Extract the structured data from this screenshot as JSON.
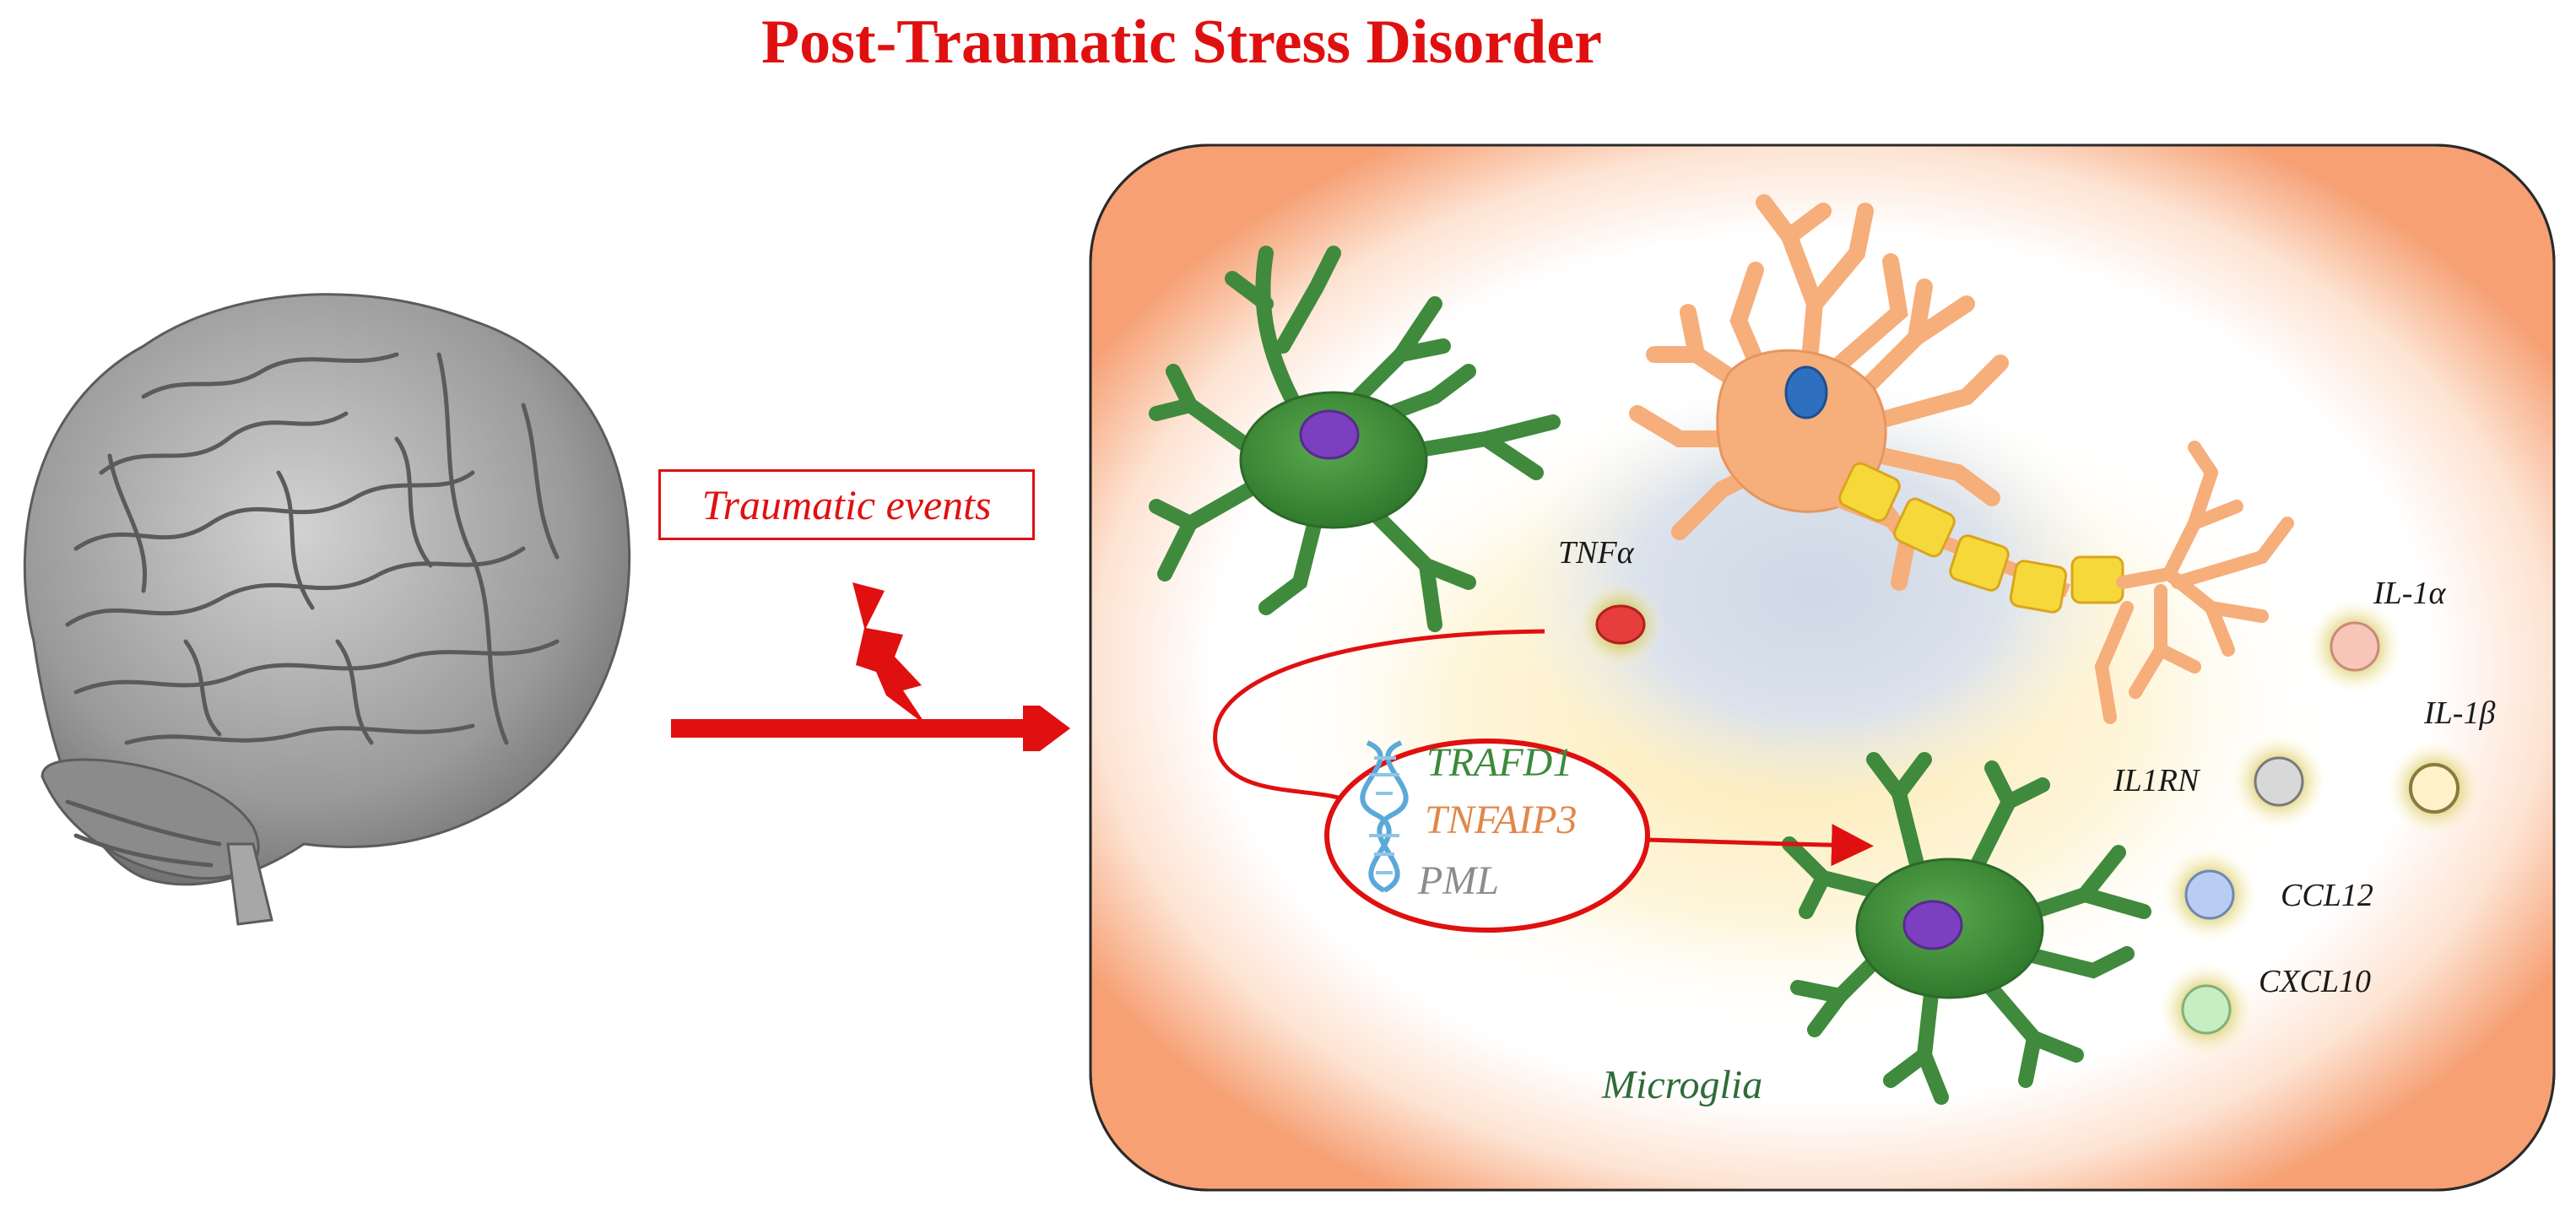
{
  "title": "Post-Traumatic Stress Disorder",
  "trauma_label": "Traumatic events",
  "genes": [
    {
      "name": "TRAFD1",
      "color": "#3a8a3a"
    },
    {
      "name": "TNFAIP3",
      "color": "#e0874a"
    },
    {
      "name": "PML",
      "color": "#8c8c8c"
    }
  ],
  "microglia_label": "Microglia",
  "cytokines": {
    "tnf_alpha": {
      "label": "TNFα",
      "color": "#e63d3d"
    },
    "il1a": {
      "label": "IL-1α",
      "color": "#f7c6b8"
    },
    "il1b": {
      "label": "IL-1β",
      "color": "#fff2c8"
    },
    "il1rn": {
      "label": "IL1RN",
      "color": "#d8d8d8"
    },
    "ccl12": {
      "label": "CCL12",
      "color": "#b9cdf2"
    },
    "cxcl10": {
      "label": "CXCL10",
      "color": "#c9edc2"
    }
  },
  "colors": {
    "accent_red": "#e01010",
    "microglia_green": "#3f8a3c",
    "neuron_orange": "#f6ae7b",
    "myelin_yellow": "#f7d83a",
    "dna_blue": "#5aa9d8",
    "panel_border": "#2a2a2a",
    "panel_edge": "#f6a074"
  }
}
